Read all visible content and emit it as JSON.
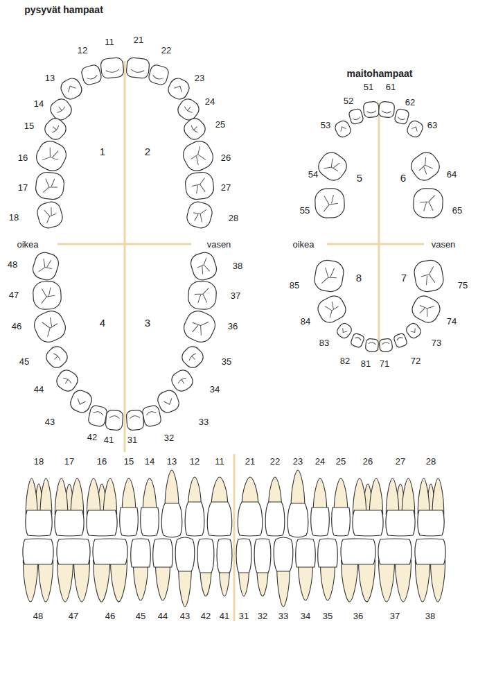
{
  "diagram": {
    "labels": [
      "pysyvät hampaat",
      "12",
      "11",
      "21",
      "22",
      "13",
      "23",
      "14",
      "24",
      "15",
      "25",
      "16",
      "26",
      "17",
      "27",
      "18",
      "28",
      "1",
      "2",
      "oikea",
      "vasen",
      "48",
      "38",
      "47",
      "37",
      "46",
      "36",
      "45",
      "35",
      "44",
      "34",
      "43",
      "33",
      "42",
      "41",
      "31",
      "32",
      "4",
      "3",
      "maitohampaat",
      "52",
      "51",
      "61",
      "62",
      "53",
      "63",
      "54",
      "64",
      "55",
      "65",
      "5",
      "6",
      "oikea",
      "vasen",
      "85",
      "75",
      "84",
      "74",
      "83",
      "73",
      "82",
      "81",
      "71",
      "72",
      "8",
      "7",
      "18",
      "17",
      "16",
      "15",
      "14",
      "13",
      "12",
      "11",
      "21",
      "22",
      "23",
      "24",
      "25",
      "26",
      "27",
      "28",
      "48",
      "47",
      "46",
      "45",
      "44",
      "43",
      "42",
      "41",
      "31",
      "32",
      "33",
      "34",
      "35",
      "36",
      "37",
      "38"
    ]
  }
}
